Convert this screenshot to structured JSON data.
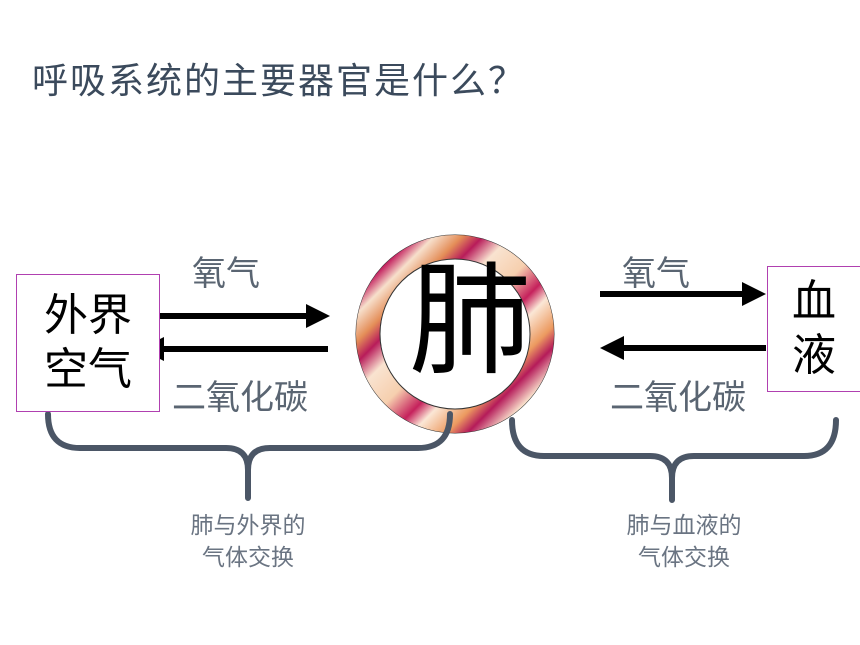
{
  "title": "呼吸系统的主要器官是什么？",
  "left_box": {
    "line1": "外界",
    "line2": "空气"
  },
  "right_box": {
    "line1": "血",
    "line2": "液"
  },
  "center": {
    "text": "肺"
  },
  "left_labels": {
    "top": "氧气",
    "bottom": "二氧化碳"
  },
  "right_labels": {
    "top": "氧气",
    "bottom": "二氧化碳"
  },
  "captions": {
    "left": {
      "line1": "肺与外界的",
      "line2": "气体交换"
    },
    "right": {
      "line1": "肺与血液的",
      "line2": "气体交换"
    }
  },
  "colors": {
    "title": "#3b4a5c",
    "box_border": "#b040b0",
    "ring_light": "#f6d0b2",
    "ring_dark": "#c01c5e",
    "bracket": "#4b5666",
    "arrow": "#000000"
  }
}
